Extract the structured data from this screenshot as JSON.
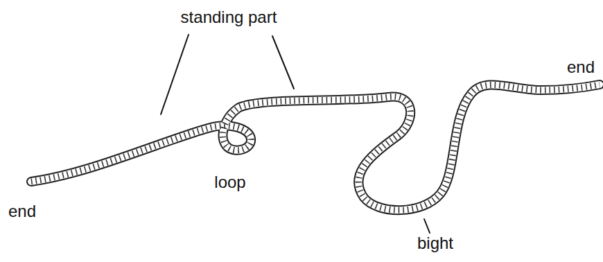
{
  "diagram": {
    "labels": [
      "standing part",
      "end",
      "loop",
      "end",
      "bight"
    ]
  }
}
